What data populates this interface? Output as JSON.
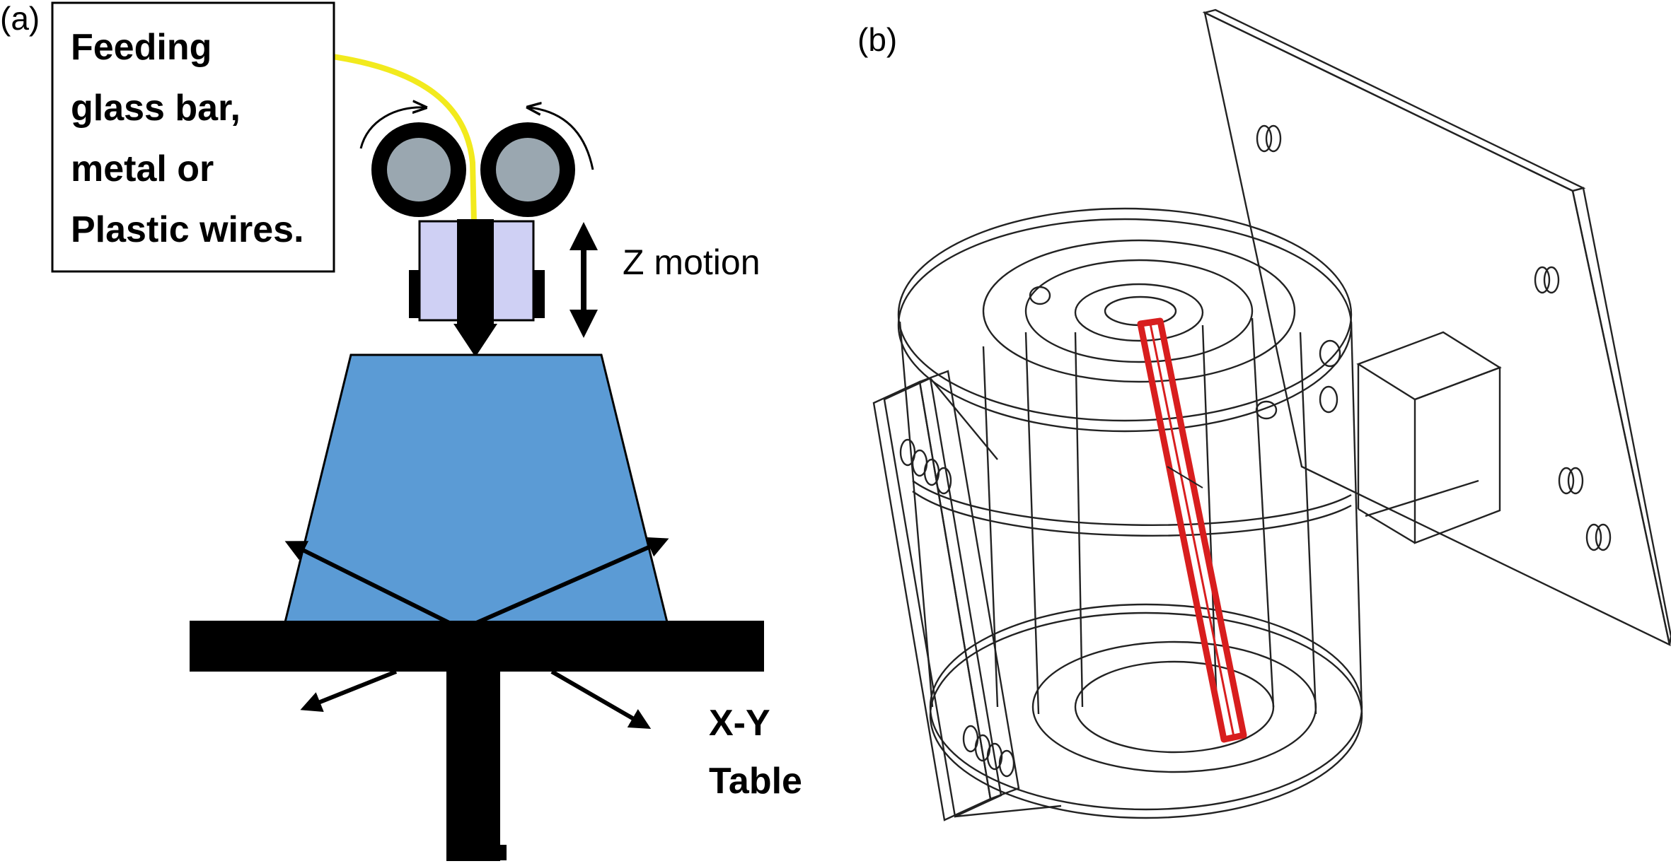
{
  "panel_a": {
    "label": "(a)",
    "callout_lines": [
      "Feeding",
      "glass bar,",
      "metal or",
      "Plastic wires."
    ],
    "z_label": "Z motion",
    "xy_label_lines": [
      "X-Y",
      "Table"
    ],
    "colors": {
      "filament": "#f2ea1d",
      "roller": "#9aa7b0",
      "nozzle_block": "#cfd0f4",
      "printed_part": "#5b9bd5",
      "table": "#000000"
    }
  },
  "panel_b": {
    "label": "(b)",
    "colors": {
      "wireframe": "#222222",
      "highlighted_rod": "#d81e1e"
    }
  }
}
